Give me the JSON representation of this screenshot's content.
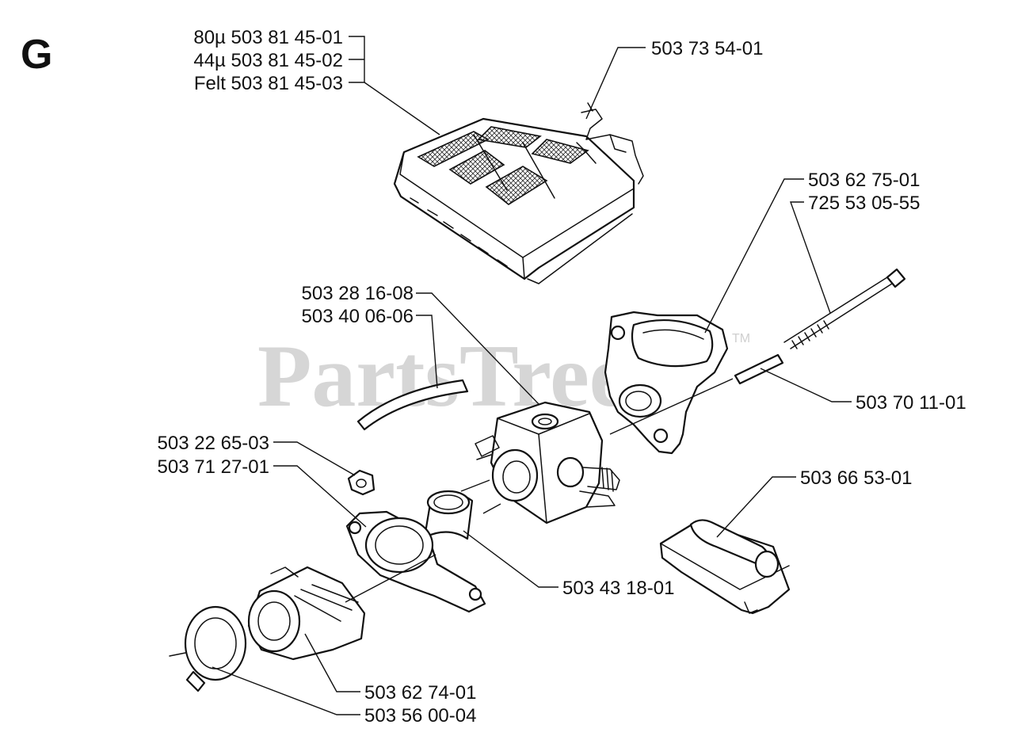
{
  "section_letter": "G",
  "watermark": {
    "text": "PartsTree",
    "tm": "TM"
  },
  "callouts": {
    "air_filter_80": "80µ 503 81 45-01",
    "air_filter_44": "44µ 503 81 45-02",
    "air_filter_felt": "Felt 503 81 45-03",
    "bracket": "503 73 54-01",
    "intake_adapter": "503 62 75-01",
    "long_screw": "725 53 05-55",
    "fuel_line_a": "503 28 16-08",
    "fuel_line_b": "503 40 06-06",
    "sleeve": "503 70 11-01",
    "nut": "503 22 65-03",
    "flange": "503 71 27-01",
    "choke_part": "503 66 53-01",
    "seal_ring": "503 43 18-01",
    "intake_boot": "503 62 74-01",
    "hose_clamp": "503 56 00-04"
  },
  "colors": {
    "ink": "#111111",
    "watermark": "#d6d6d6",
    "background": "#ffffff"
  }
}
